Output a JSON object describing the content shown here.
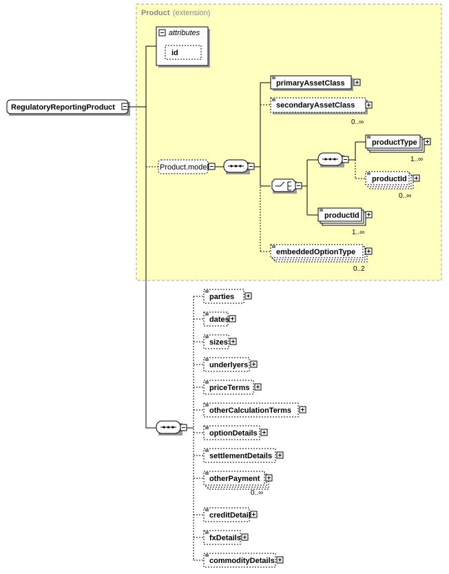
{
  "root": {
    "label": "RegulatoryReportingProduct"
  },
  "extension": {
    "base": "Product",
    "suffix": "(extension)"
  },
  "attributes": {
    "title": "attributes",
    "items": [
      "id"
    ]
  },
  "group": {
    "label": "Product.model"
  },
  "product_children": [
    {
      "label": "primaryAssetClass",
      "card": ""
    },
    {
      "label": "secondaryAssetClass",
      "card": "0..∞"
    },
    {
      "label": "productType",
      "card": "1..∞"
    },
    {
      "label": "productId",
      "card": "0..∞"
    },
    {
      "label": "productId",
      "card": "1..∞"
    },
    {
      "label": "embeddedOptionType",
      "card": "0..2"
    }
  ],
  "sequence_children": [
    {
      "label": "parties",
      "card": ""
    },
    {
      "label": "dates",
      "card": ""
    },
    {
      "label": "sizes",
      "card": ""
    },
    {
      "label": "underlyers",
      "card": ""
    },
    {
      "label": "priceTerms",
      "card": ""
    },
    {
      "label": "otherCalculationTerms",
      "card": ""
    },
    {
      "label": "optionDetails",
      "card": ""
    },
    {
      "label": "settlementDetails",
      "card": ""
    },
    {
      "label": "otherPayment",
      "card": "0..∞"
    },
    {
      "label": "creditDetails",
      "card": ""
    },
    {
      "label": "fxDetails",
      "card": ""
    },
    {
      "label": "commodityDetails",
      "card": ""
    }
  ],
  "colors": {
    "extension_fill": "#ffffc0",
    "extension_border": "#a0a0a0"
  }
}
